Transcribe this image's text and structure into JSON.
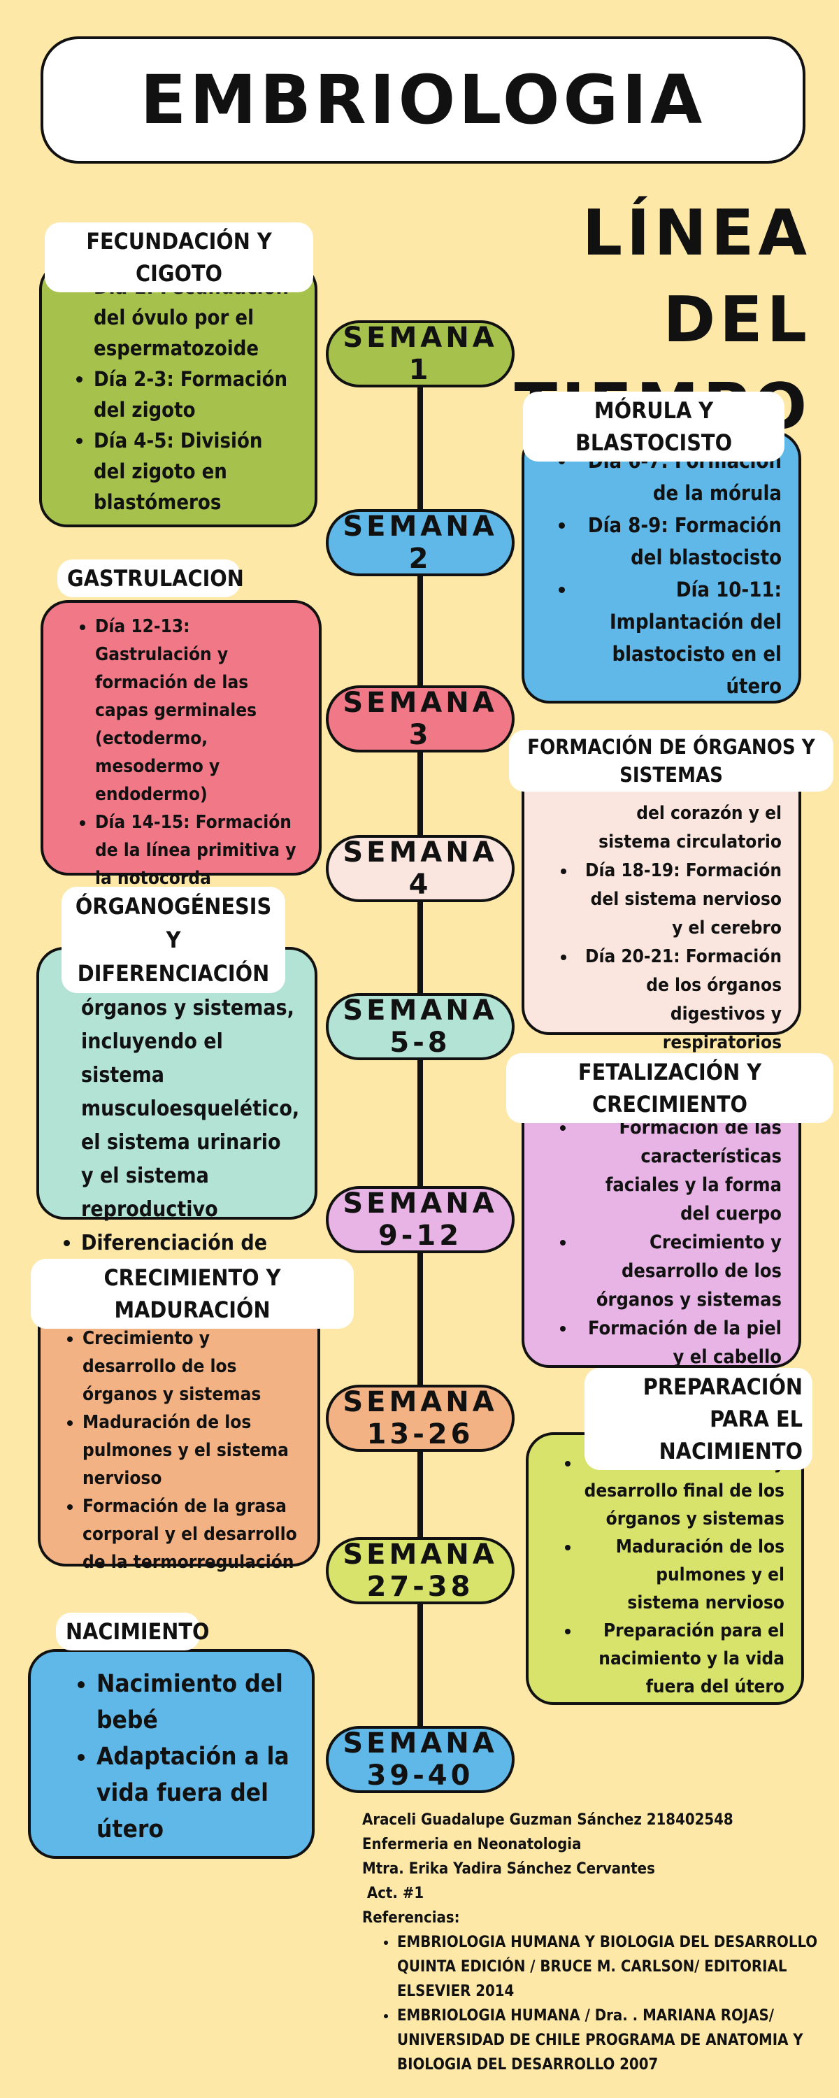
{
  "header": {
    "title": "EMBRIOLOGIA",
    "timeline_title": "LÍNEA DEL TIEMPO"
  },
  "weeks": [
    "SEMANA 1",
    "SEMANA 2",
    "SEMANA 3",
    "SEMANA 4",
    "SEMANA 5-8",
    "SEMANA 9-12",
    "SEMANA 13-26",
    "SEMANA 27-38",
    "SEMANA 39-40"
  ],
  "sections": {
    "fecundacion": {
      "title": "FECUNDACIÓN Y CIGOTO",
      "items": [
        "Día 1: Fecundación del óvulo por el espermatozoide",
        "Día 2-3: Formación del zigoto",
        "Día 4-5: División del zigoto en blastómeros"
      ]
    },
    "morula": {
      "title": "MÓRULA Y BLASTOCISTO",
      "items": [
        "Día 6-7: Formación de la mórula",
        "Día 8-9: Formación del blastocisto",
        "Día 10-11: Implantación del blastocisto en el útero"
      ]
    },
    "gastrulacion": {
      "title": "GASTRULACION",
      "items": [
        "Día 12-13: Gastrulación y formación de las capas germinales (ectodermo, mesodermo y endodermo)",
        "Día 14-15: Formación de la línea primitiva y la notocorda"
      ]
    },
    "organos": {
      "title": "FORMACIÓN DE ÓRGANOS Y SISTEMAS",
      "items": [
        "Día 16-17: Formación del corazón y el sistema circulatorio",
        "Día 18-19: Formación del sistema nervioso y el cerebro",
        "Día 20-21: Formación de los órganos digestivos y respiratorios"
      ]
    },
    "organogenesis": {
      "title": "ÓRGANOGÉNESIS Y DIFERENCIACIÓN",
      "items": [
        "Formación de los órganos y sistemas, incluyendo el sistema musculoesquelético, el sistema urinario y el sistema reproductivo",
        "Diferenciación de las células y tejidos"
      ]
    },
    "fetalizacion": {
      "title": "FETALIZACIÓN Y CRECIMIENTO",
      "items": [
        "Formación de las características faciales y la forma del cuerpo",
        "Crecimiento y desarrollo de los órganos y sistemas",
        "Formación de la piel y el cabello"
      ]
    },
    "crecimiento": {
      "title": "CRECIMIENTO Y MADURACIÓN",
      "items": [
        "Crecimiento y desarrollo de los órganos y sistemas",
        "Maduración de los pulmones y el sistema nervioso",
        "Formación de la grasa corporal y el desarrollo de la termorregulación"
      ]
    },
    "preparacion": {
      "title": "PREPARACIÓN PARA EL NACIMIENTO",
      "items": [
        "Crecimiento y desarrollo final de los órganos y sistemas",
        "Maduración de los pulmones y el sistema nervioso",
        "Preparación para el nacimiento y la vida fuera del útero"
      ]
    },
    "nacimiento": {
      "title": "NACIMIENTO",
      "items": [
        "Nacimiento del bebé",
        "Adaptación a la vida fuera del útero"
      ]
    }
  },
  "credits": {
    "author": "Araceli Guadalupe Guzman Sánchez 218402548",
    "program": "Enfermeria en Neonatologia",
    "teacher": "Mtra. Erika Yadira Sánchez Cervantes",
    "activity": " Act. #1",
    "refs_label": "Referencias:",
    "refs": [
      "EMBRIOLOGIA HUMANA Y BIOLOGIA DEL DESARROLLO QUINTA EDICIÓN / BRUCE M. CARLSON/ EDITORIAL ELSEVIER 2014",
      "EMBRIOLOGIA HUMANA / Dra. . MARIANA ROJAS/ UNIVERSIDAD DE CHILE PROGRAMA DE ANATOMIA Y BIOLOGIA DEL DESARROLLO 2007"
    ]
  },
  "colors": {
    "background": "#fde8a8",
    "green": "#a6c24d",
    "blue": "#5fb8e8",
    "red": "#f07887",
    "peach": "#fae6df",
    "mint": "#b2e3d4",
    "lilac": "#e8b4e6",
    "orange": "#f2b283",
    "lime": "#d8e36b"
  }
}
